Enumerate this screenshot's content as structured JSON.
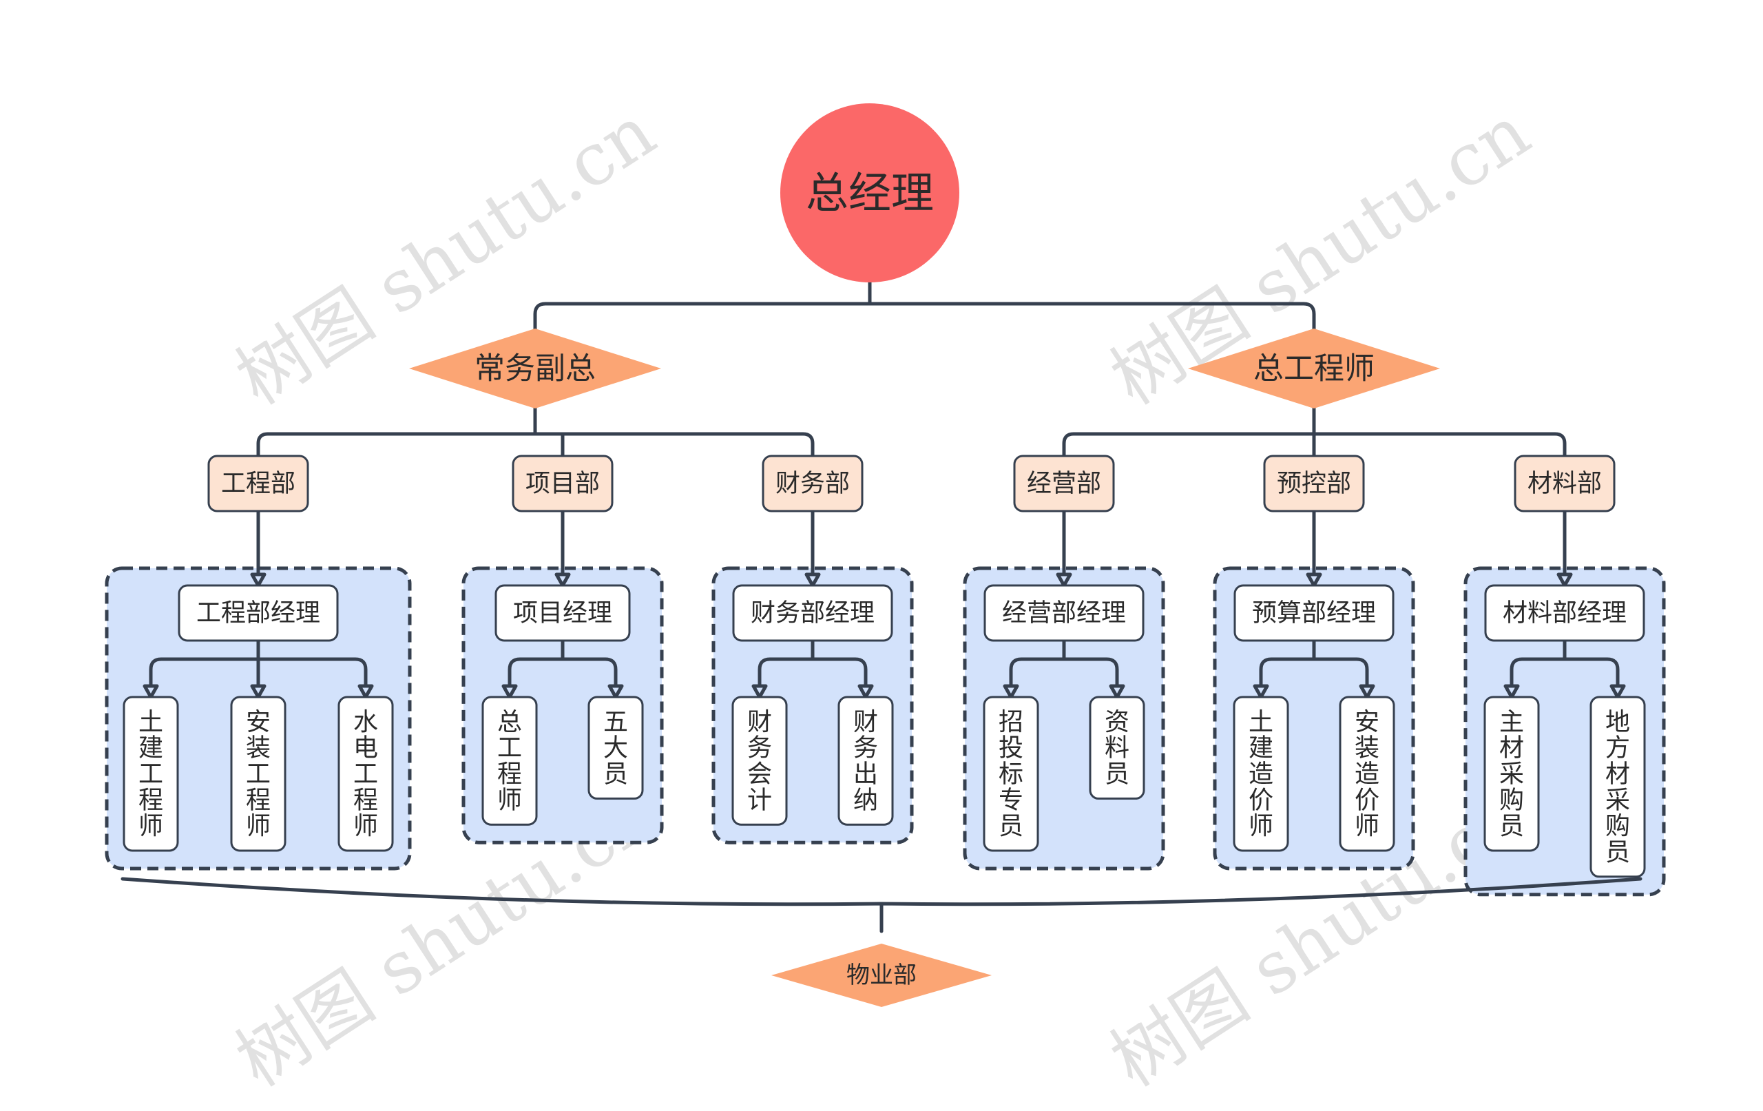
{
  "root": "总经理",
  "deputies": [
    {
      "title": "常务副总",
      "departments": [
        {
          "name": "工程部",
          "manager": "工程部经理",
          "staff": [
            "土建工程师",
            "安装工程师",
            "水电工程师"
          ]
        },
        {
          "name": "项目部",
          "manager": "项目经理",
          "staff": [
            "总工程师",
            "五大员"
          ]
        },
        {
          "name": "财务部",
          "manager": "财务部经理",
          "staff": [
            "财务会计",
            "财务出纳"
          ]
        }
      ]
    },
    {
      "title": "总工程师",
      "departments": [
        {
          "name": "经营部",
          "manager": "经营部经理",
          "staff": [
            "招投标专员",
            "资料员"
          ]
        },
        {
          "name": "预控部",
          "manager": "预算部经理",
          "staff": [
            "土建造价师",
            "安装造价师"
          ]
        },
        {
          "name": "材料部",
          "manager": "材料部经理",
          "staff": [
            "主材采购员",
            "地方材采购员"
          ]
        }
      ]
    }
  ],
  "bottom": "物业部",
  "watermark": "树图 shutu.cn",
  "colors": {
    "root": "#fb6868",
    "diamond": "#fba574",
    "dept_fill": "#fde3d2",
    "cluster_fill": "#d3e2fb",
    "line": "#36404f"
  }
}
